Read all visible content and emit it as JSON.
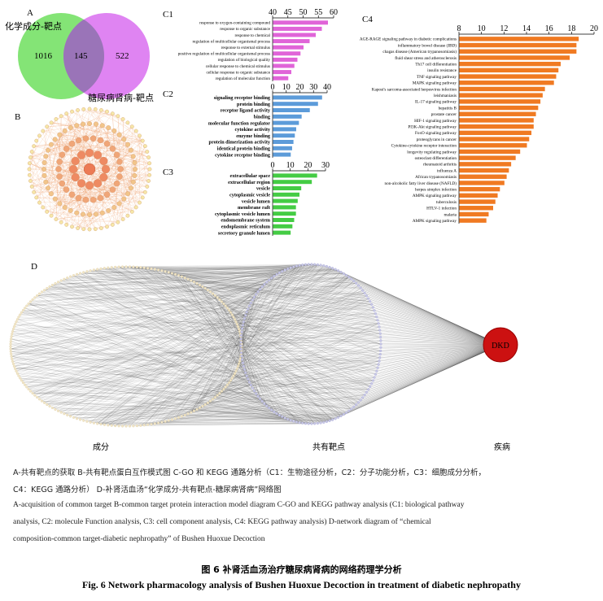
{
  "panelA": {
    "letter": "A",
    "left_label": "化学成分-靶点",
    "right_label": "糖尿病肾病-靶点",
    "left_only": "1016",
    "overlap": "145",
    "right_only": "522",
    "colors": {
      "left": "#7de36f",
      "right": "#d96ef0",
      "overlap": "#9a74b8"
    }
  },
  "panelB": {
    "letter": "B"
  },
  "chart_data": [
    {
      "id": "C1",
      "type": "bar",
      "orientation": "horizontal",
      "color": "#e064d8",
      "xlim": [
        40,
        60
      ],
      "xticks": [
        "40",
        "45",
        "50",
        "55",
        "60"
      ],
      "categories": [
        "response to oxygen-containing compound",
        "response to organic substance",
        "response to chemical",
        "regulation of multicellular organismal process",
        "response to external stimulus",
        "positive regulation of multicellular organismal process",
        "regulation of biological quality",
        "cellular response to chemical stimulus",
        "cellular response to organic substance",
        "regulation of molecular function"
      ],
      "values": [
        58,
        56,
        54,
        52,
        50,
        49,
        48,
        47,
        46,
        45
      ]
    },
    {
      "id": "C2",
      "type": "bar",
      "orientation": "horizontal",
      "color": "#5c9bd9",
      "xlim": [
        0,
        40
      ],
      "xticks": [
        "0",
        "10",
        "20",
        "30",
        "40"
      ],
      "categories": [
        "signaling receptor binding",
        "protein binding",
        "receptor ligand activity",
        "binding",
        "molecular function regulator",
        "cytokine activity",
        "enzyme binding",
        "protein dimerization activity",
        "identical protein binding",
        "cytokine receptor binding"
      ],
      "values": [
        36,
        33,
        27,
        21,
        19,
        17,
        16,
        15,
        14,
        13
      ]
    },
    {
      "id": "C3",
      "type": "bar",
      "orientation": "horizontal",
      "color": "#44cc44",
      "xlim": [
        0,
        30
      ],
      "xticks": [
        "0",
        "10",
        "20",
        "30"
      ],
      "categories": [
        "extracellular space",
        "extracellular region",
        "vesicle",
        "cytoplasmic vesicle",
        "vesicle lumen",
        "membrane raft",
        "cytoplasmic vesicle lumen",
        "endomembrane system",
        "endoplasmic reticulum",
        "secretory granule lumen"
      ],
      "values": [
        25,
        22,
        16,
        15,
        14,
        13,
        13,
        12,
        11,
        10
      ]
    },
    {
      "id": "C4",
      "type": "bar",
      "orientation": "horizontal",
      "color": "#f07a22",
      "xlim": [
        8,
        20
      ],
      "xticks": [
        "8",
        "10",
        "12",
        "14",
        "16",
        "18",
        "20"
      ],
      "categories": [
        "AGE-RAGE signaling pathway in diabetic complications",
        "inflammatory bowel disease (IBD)",
        "chagas disease (American trypanosomiasis)",
        "fluid shear stress and atherosclerosis",
        "Th17 cell differentiation",
        "insulin resistance",
        "TNF signaling pathway",
        "MAPK signaling pathway",
        "Kaposi's sarcoma-associated herpesvirus infection",
        "leishmaniasis",
        "IL-17 signaling pathway",
        "hepatitis B",
        "prostate cancer",
        "HIF-1 signaling pathway",
        "PI3K-Akt signaling pathway",
        "FoxO signaling pathway",
        "proteoglycans in cancer",
        "Cytokine-cytokine receptor interaction",
        "longevity regulating pathway",
        "osteoclast differentiation",
        "rheumatoid arthritis",
        "influenza A",
        "African trypanosomiasis",
        "non-alcoholic fatty liver disease (NAFLD)",
        "herpes simplex infection",
        "AMPK signaling pathway",
        "tuberculosis",
        "HTLV-1 infection",
        "malaria",
        "AMPK signaling pathway"
      ],
      "values": [
        18.6,
        18.4,
        18.4,
        17.8,
        17.0,
        16.8,
        16.6,
        16.4,
        15.6,
        15.4,
        15.2,
        15.0,
        14.8,
        14.6,
        14.6,
        14.4,
        14.2,
        14.0,
        13.4,
        13.0,
        12.6,
        12.4,
        12.2,
        12.0,
        11.6,
        11.4,
        11.2,
        11.0,
        10.6,
        10.4
      ]
    }
  ],
  "panelD": {
    "letter": "D",
    "label_compounds": "成分",
    "label_targets": "共有靶点",
    "label_disease": "疾病",
    "disease_node": "DKD",
    "colors": {
      "edge": "#333333",
      "compound_node": "#f2e6c8",
      "target_node": "#c9c9e6",
      "disease": "#cc1111"
    }
  },
  "caption": {
    "zh_line1": "A-共有靶点的获取   B-共有靶点蛋白互作模式图   C-GO 和 KEGG 通路分析（C1：生物途径分析，C2：分子功能分析，C3：细胞成分分析，",
    "zh_line2": "C4：KEGG 通路分析）   D-补肾活血汤“化学成分-共有靶点-糖尿病肾病”网络图",
    "en_line1": "A-acquisition of common target   B-common target protein interaction model diagram   C-GO and KEGG pathway analysis (C1: biological pathway",
    "en_line2": "analysis, C2: molecule Function analysis, C3: cell component analysis, C4: KEGG pathway analysis)   D-network diagram of “chemical",
    "en_line3": "composition-common target-diabetic nephropathy” of Bushen Huoxue Decoction",
    "title_zh": "图 6   补肾活血汤治疗糖尿病肾病的网络药理学分析",
    "title_en": "Fig. 6   Network pharmacology analysis of Bushen Huoxue Decoction in treatment of diabetic nephropathy"
  }
}
